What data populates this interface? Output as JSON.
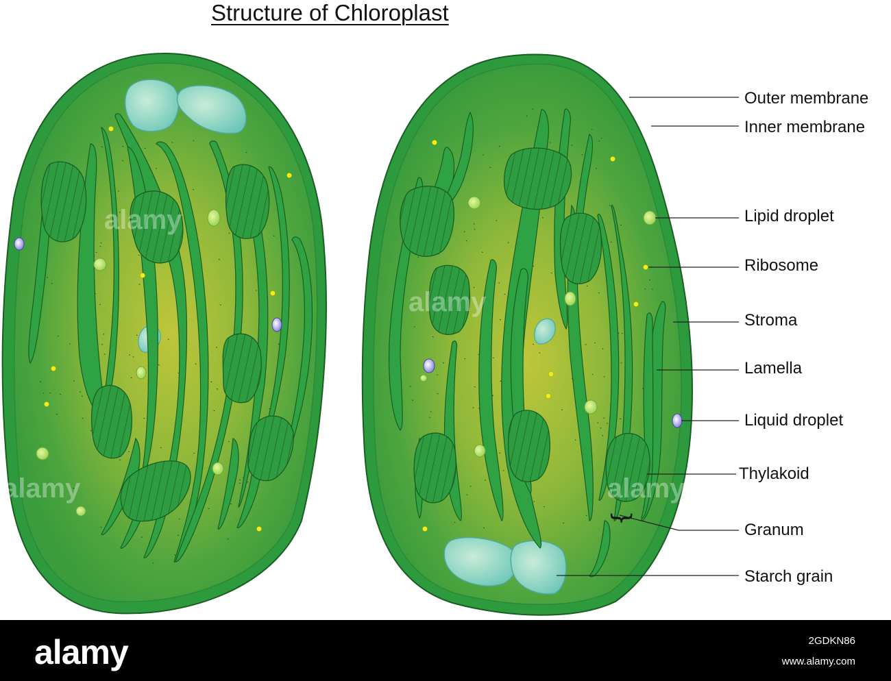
{
  "title": "Structure of Chloroplast",
  "labels": {
    "outer_membrane": "Outer membrane",
    "inner_membrane": "Inner membrane",
    "lipid_droplet": "Lipid droplet",
    "ribosome": "Ribosome",
    "stroma": "Stroma",
    "lamella": "Lamella",
    "liquid_droplet": "Liquid droplet",
    "thylakoid": "Thylakoid",
    "granum": "Granum",
    "starch_grain": "Starch grain"
  },
  "watermark": "alamy",
  "footer": {
    "logo": "alamy",
    "image_id": "2GDKN86",
    "url": "www.alamy.com"
  },
  "colors": {
    "outer": "#2e9a3e",
    "stroma_center": "#b8c43c",
    "lamella": "#2fa344",
    "ribosome": "#f2ee1c",
    "lipid": "#c8e86a",
    "starch": "#8fd3c8",
    "liquid": "#8a87e0"
  }
}
